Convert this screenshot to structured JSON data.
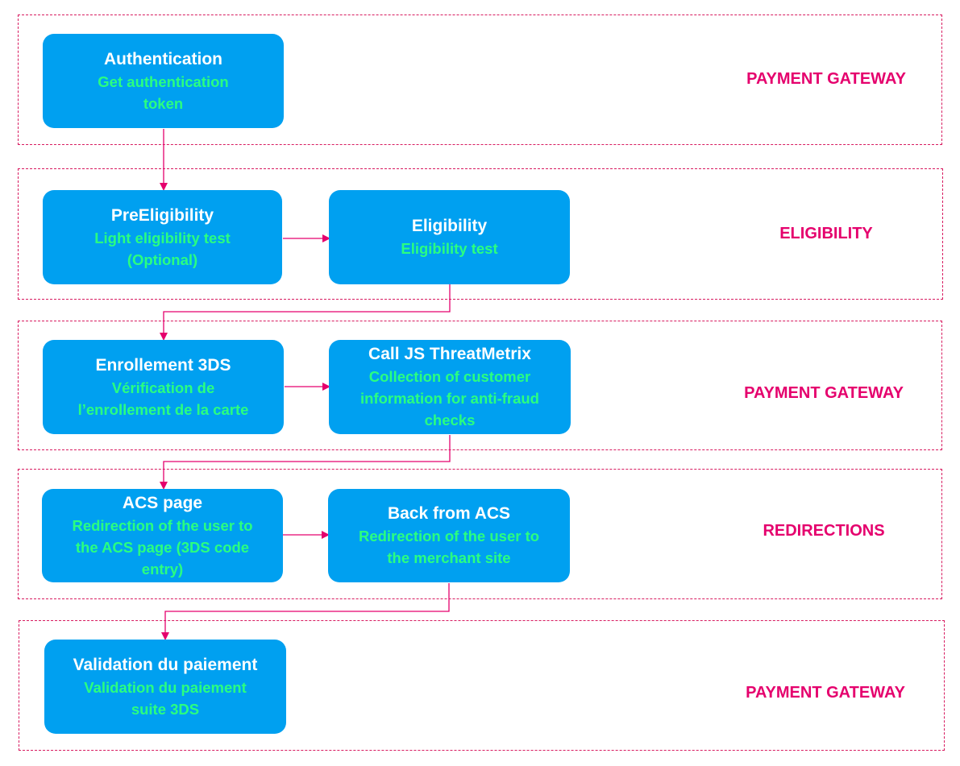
{
  "colors": {
    "node_fill": "#00a0f0",
    "node_title": "#ffffff",
    "node_description": "#2aff80",
    "accent": "#e5006d",
    "connector": "#e5006d"
  },
  "groups": [
    {
      "id": "payment-gateway-1",
      "label": "PAYMENT GATEWAY"
    },
    {
      "id": "eligibility",
      "label": "ELIGIBILITY"
    },
    {
      "id": "payment-gateway-2",
      "label": "PAYMENT GATEWAY"
    },
    {
      "id": "redirections",
      "label": "REDIRECTIONS"
    },
    {
      "id": "payment-gateway-3",
      "label": "PAYMENT GATEWAY"
    }
  ],
  "nodes": [
    {
      "id": "authentication",
      "title": "Authentication",
      "description": "Get authentication\ntoken"
    },
    {
      "id": "preeligibility",
      "title": "PreEligibility",
      "description": "Light eligibility test\n(Optional)"
    },
    {
      "id": "eligibility",
      "title": "Eligibility",
      "description": "Eligibility test"
    },
    {
      "id": "enrollement-3ds",
      "title": "Enrollement 3DS",
      "description": "Vérification de\nl’enrollement de la carte"
    },
    {
      "id": "call-js-threatmetrix",
      "title": "Call JS ThreatMetrix",
      "description": "Collection of customer\ninformation for anti-fraud\nchecks"
    },
    {
      "id": "acs-page",
      "title": "ACS page",
      "description": "Redirection of the user to\nthe ACS page (3DS code\nentry)"
    },
    {
      "id": "back-from-acs",
      "title": "Back from ACS",
      "description": "Redirection of the user to\nthe merchant site"
    },
    {
      "id": "validation-du-paiement",
      "title": "Validation du paiement",
      "description": "Validation du paiement\nsuite 3DS"
    }
  ],
  "edges": [
    {
      "from": "authentication",
      "to": "preeligibility"
    },
    {
      "from": "preeligibility",
      "to": "eligibility"
    },
    {
      "from": "eligibility",
      "to": "enrollement-3ds"
    },
    {
      "from": "enrollement-3ds",
      "to": "call-js-threatmetrix"
    },
    {
      "from": "call-js-threatmetrix",
      "to": "acs-page"
    },
    {
      "from": "acs-page",
      "to": "back-from-acs"
    },
    {
      "from": "back-from-acs",
      "to": "validation-du-paiement"
    }
  ]
}
